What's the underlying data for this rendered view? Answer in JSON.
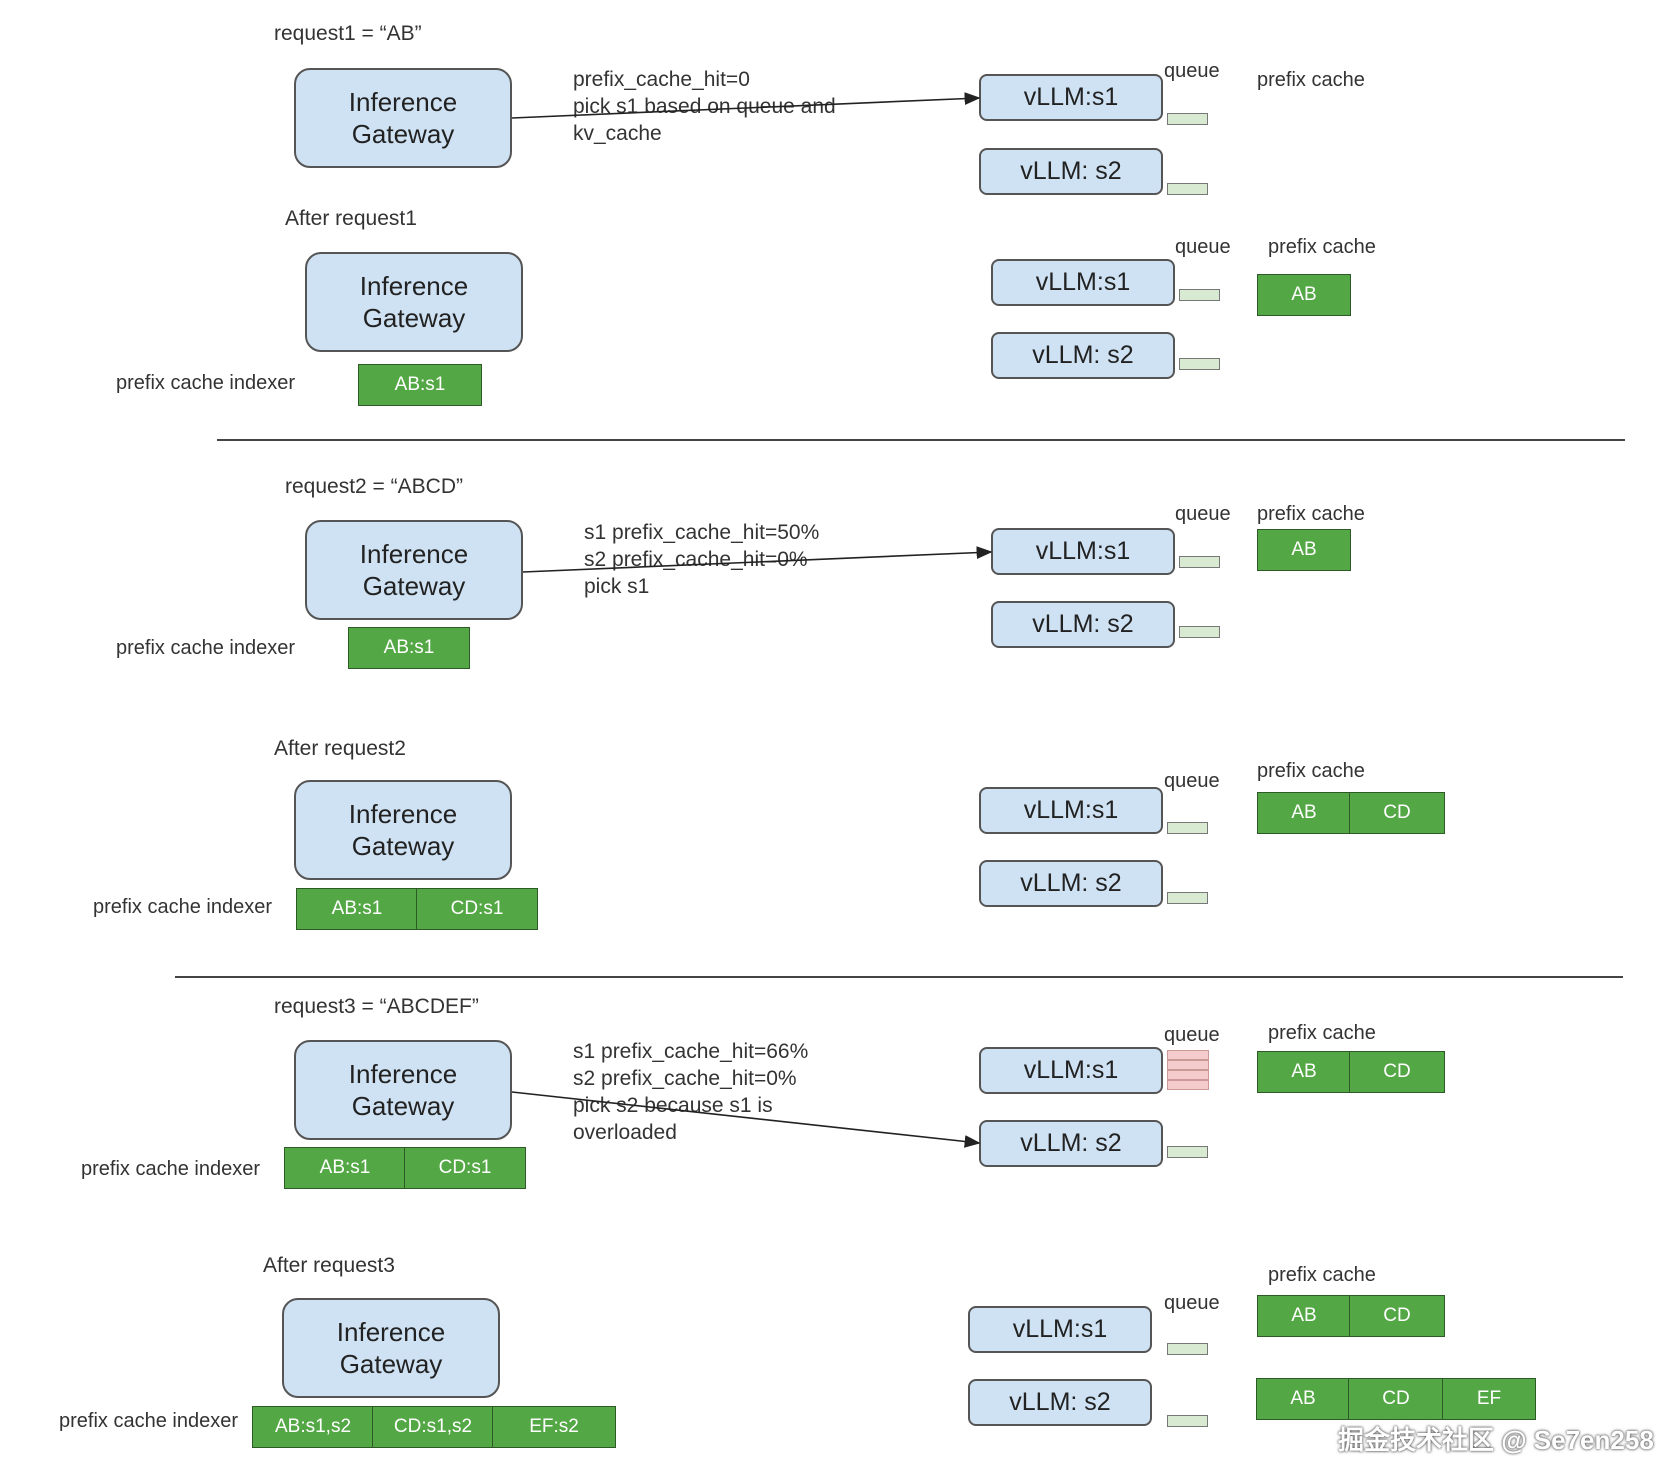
{
  "labels": {
    "gateway_line1": "Inference",
    "gateway_line2": "Gateway",
    "queue": "queue",
    "prefix_cache": "prefix cache",
    "prefix_cache_indexer": "prefix cache indexer",
    "s1": "vLLM:s1",
    "s2": "vLLM: s2"
  },
  "section1": {
    "request": "request1 = “AB”",
    "note": "prefix_cache_hit=0\npick s1 based on queue and\nkv_cache",
    "after": "After request1",
    "indexer": [
      "AB:s1"
    ],
    "cache_s1": [
      "AB"
    ]
  },
  "section2": {
    "request": "request2 = “ABCD”",
    "note": "s1 prefix_cache_hit=50%\ns2 prefix_cache_hit=0%\npick s1",
    "indexer_before": [
      "AB:s1"
    ],
    "cache_s1_before": [
      "AB"
    ],
    "after": "After request2",
    "indexer_after": [
      "AB:s1",
      "CD:s1"
    ],
    "cache_s1_after": [
      "AB",
      "CD"
    ]
  },
  "section3": {
    "request": "request3 = “ABCDEF”",
    "note": "s1 prefix_cache_hit=66%\ns2 prefix_cache_hit=0%\npick s2 because s1 is\noverloaded",
    "indexer_before": [
      "AB:s1",
      "CD:s1"
    ],
    "cache_s1_before": [
      "AB",
      "CD"
    ],
    "after": "After request3",
    "indexer_after": [
      "AB:s1,s2",
      "CD:s1,s2",
      "EF:s2"
    ],
    "cache_s1_after": [
      "AB",
      "CD"
    ],
    "cache_s2_after": [
      "AB",
      "CD",
      "EF"
    ]
  },
  "watermark": "掘金技术社区 @ Se7en258"
}
